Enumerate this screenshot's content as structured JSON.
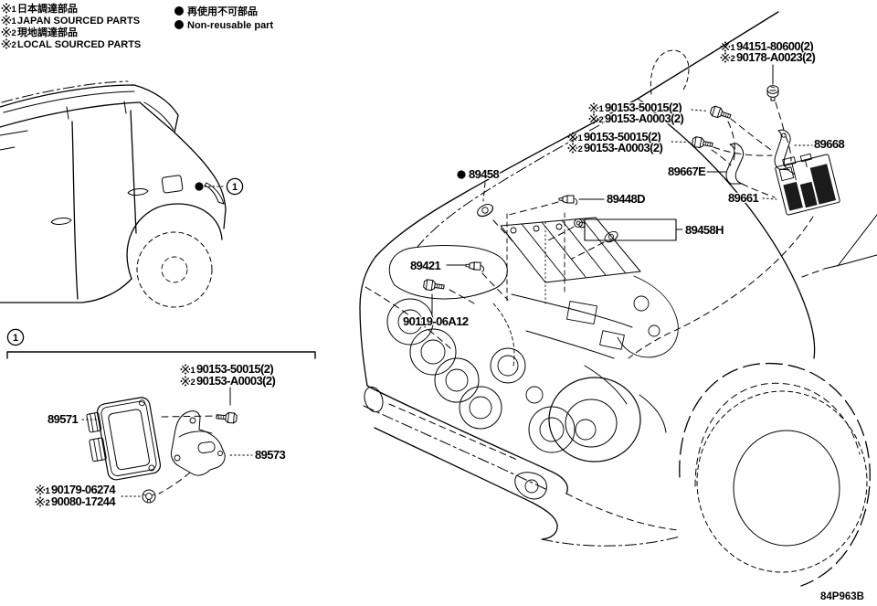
{
  "figure": {
    "code": "84P963B",
    "view_marker": "1"
  },
  "legend": {
    "notes": [
      {
        "full": "※1 日本調達部品",
        "num": "1",
        "text": "日本調達部品"
      },
      {
        "full": "※1 JAPAN SOURCED PARTS",
        "num": "1",
        "text": "JAPAN SOURCED PARTS"
      },
      {
        "full": "※2 現地調達部品",
        "num": "2",
        "text": "現地調達部品"
      },
      {
        "full": "※2 LOCAL SOURCED PARTS",
        "num": "2",
        "text": "LOCAL SOURCED PARTS"
      }
    ],
    "non_reusable": {
      "jp": "再使用不可部品",
      "en": "Non-reusable part"
    }
  },
  "callouts": {
    "top_bolt": {
      "l1_full": "※1 94151-80600(2)",
      "l1_num": "1",
      "l1": "94151-80600(2)",
      "l2_full": "※2 90178-A0023(2)",
      "l2_num": "2",
      "l2": "90178-A0023(2)"
    },
    "bolt_a": {
      "l1_full": "※1 90153-50015(2)",
      "l1_num": "1",
      "l1": "90153-50015(2)",
      "l2_full": "※2 90153-A0003(2)",
      "l2_num": "2",
      "l2": "90153-A0003(2)"
    },
    "bolt_b": {
      "l1_full": "※1 90153-50015(2)",
      "l1_num": "1",
      "l1": "90153-50015(2)",
      "l2_full": "※2 90153-A0003(2)",
      "l2_num": "2",
      "l2": "90153-A0003(2)"
    },
    "knock_sensor": {
      "number": "89458"
    },
    "sensor_89448d": {
      "number": "89448D"
    },
    "group_89458h": {
      "number": "89458H"
    },
    "bracket_89667e": {
      "number": "89667E"
    },
    "bracket_89668": {
      "number": "89668"
    },
    "ecu_89661": {
      "number": "89661"
    },
    "sensor_89421": {
      "number": "89421"
    },
    "bolt_90119": {
      "number": "90119-06A12"
    }
  },
  "inset": {
    "marker": "1",
    "bolt": {
      "l1_full": "※1 90153-50015(2)",
      "l1_num": "1",
      "l1": "90153-50015(2)",
      "l2_full": "※2 90153-A0003(2)",
      "l2_num": "2",
      "l2": "90153-A0003(2)"
    },
    "ecu_89571": {
      "number": "89571"
    },
    "bracket_89573": {
      "number": "89573"
    },
    "nut": {
      "l1_full": "※1 90179-06274",
      "l1_num": "1",
      "l1": "90179-06274",
      "l2_full": "※2 90080-17244",
      "l2_num": "2",
      "l2": "90080-17244"
    }
  },
  "colors": {
    "line": "#000000",
    "background": "#ffffff"
  }
}
